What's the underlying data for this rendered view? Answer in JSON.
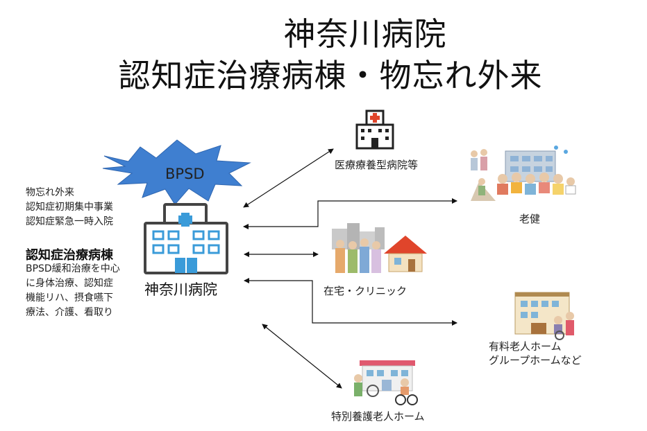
{
  "title_line1": "神奈川病院",
  "title_line2": "認知症治療病棟・物忘れ外来",
  "bpsd_label": "BPSD",
  "services": [
    "物忘れ外来",
    "認知症初期集中事業",
    "認知症緊急一時入院"
  ],
  "ward_title": "認知症治療病棟",
  "ward_description": [
    "BPSD緩和治療を中心",
    "に身体治療、認知症",
    "機能リハ、摂食嚥下",
    "療法、介護、看取り"
  ],
  "hospital_label": "神奈川病院",
  "destinations": {
    "medical_care": "医療療養型病院等",
    "geriatric_health": "老健",
    "home_clinic": "在宅・クリニック",
    "paid_home_line1": "有料老人ホーム",
    "paid_home_line2": "グループホームなど",
    "special_nursing": "特別養護老人ホーム"
  },
  "colors": {
    "burst": "#3f7fd0",
    "hospital_outline": "#444444",
    "hospital_window": "#3a9bd9",
    "cross": "#3a9bd9",
    "arrow": "#111111"
  }
}
